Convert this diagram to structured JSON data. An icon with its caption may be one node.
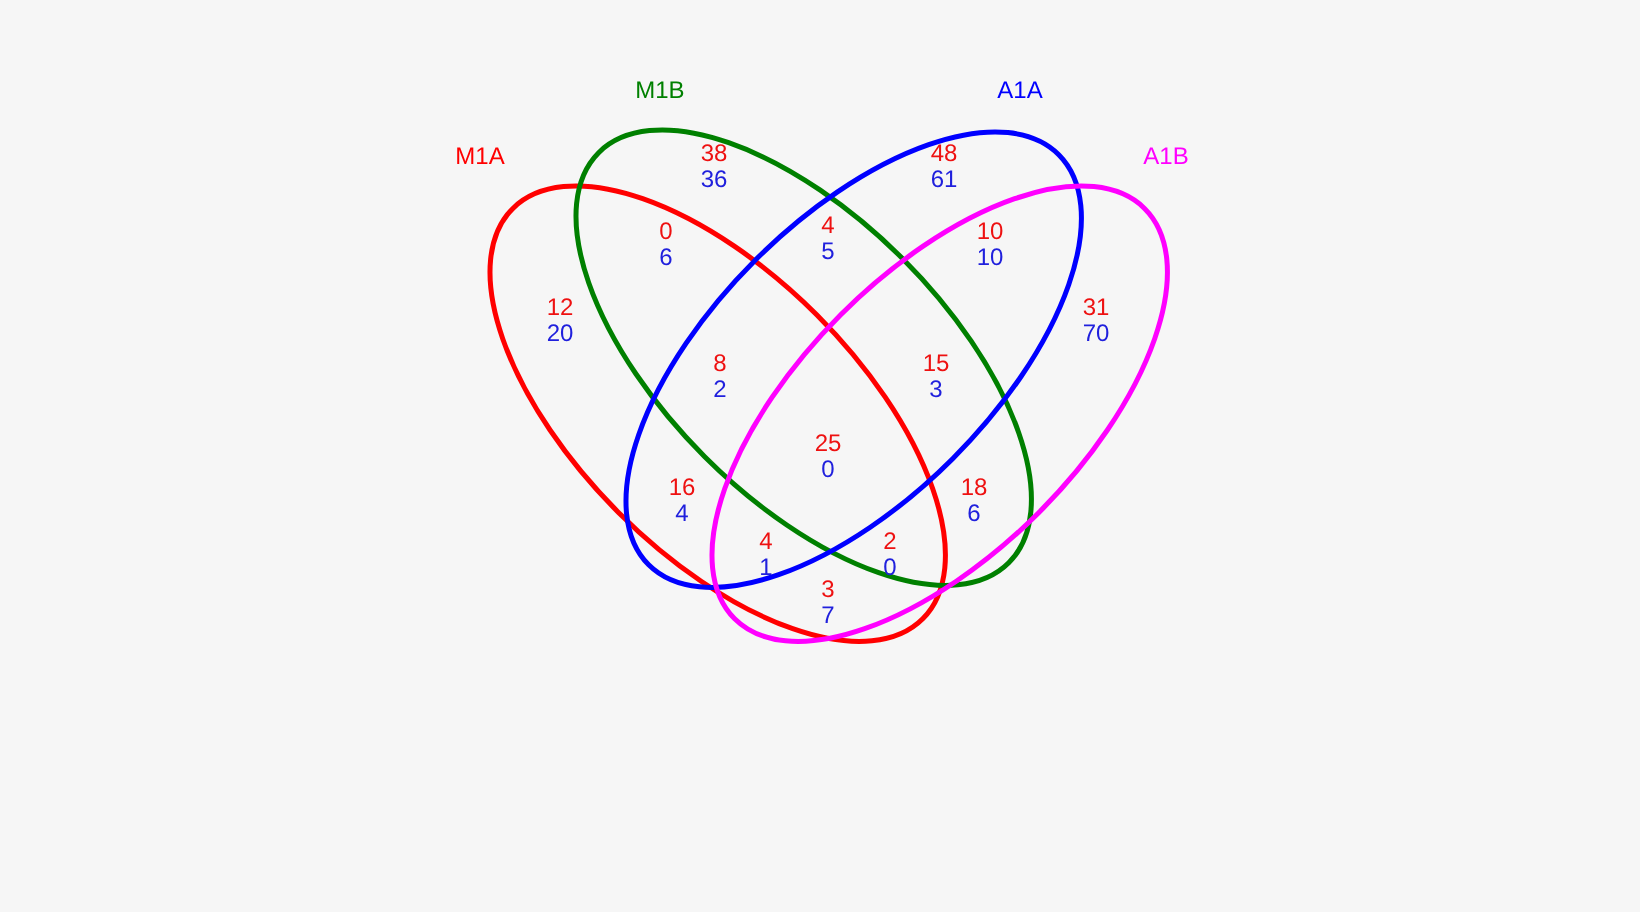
{
  "diagram": {
    "nodes": [
      {
        "text": [
          "M1A"
        ]
      },
      {
        "text": [
          "M1B"
        ]
      },
      {
        "text": [
          "A1A"
        ]
      },
      {
        "text": [
          "A1B"
        ]
      }
    ],
    "labels": [
      "38",
      "36",
      "48",
      "61",
      "0",
      "6",
      "4",
      "5",
      "10",
      "10",
      "12",
      "20",
      "31",
      "70",
      "8",
      "2",
      "15",
      "3",
      "25",
      "0",
      "16",
      "4",
      "18",
      "6",
      "4",
      "1",
      "2",
      "0",
      "3",
      "7"
    ]
  }
}
